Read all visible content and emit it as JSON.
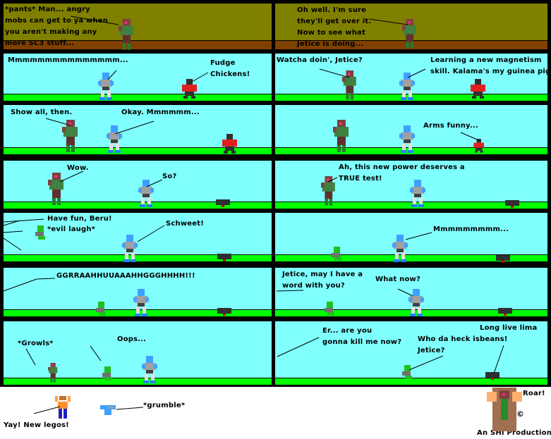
{
  "colors": {
    "sky": "#80ffff",
    "dusk_sky": "#808000",
    "grass": "#00ff00",
    "dirt": "#804000",
    "border": "#000000"
  },
  "panels": [
    {
      "id": "1a",
      "lines": [
        "*pants* Man... angry",
        "mobs can get to ya when",
        "you aren't making any",
        "more SC3 stuff..."
      ]
    },
    {
      "id": "1b",
      "lines": [
        "Oh well. I'm sure",
        "they'll get over it.",
        "Now to see what",
        "Jetice is doing..."
      ]
    },
    {
      "id": "2a",
      "speech": [
        "Mmmmmmmmmmmmmmm...",
        "Fudge",
        "Chickens!"
      ]
    },
    {
      "id": "2b",
      "speech": [
        "Watcha doin', Jetice?",
        "Learning a new magnetism",
        "skill. Kalama's my guinea pig."
      ]
    },
    {
      "id": "3a",
      "speech": [
        "Show all, then.",
        "Okay. Mmmmmm..."
      ]
    },
    {
      "id": "3b",
      "speech": [
        "Arms funny..."
      ]
    },
    {
      "id": "4a",
      "speech": [
        "Wow.",
        "So?"
      ]
    },
    {
      "id": "4b",
      "speech": [
        "Ah, this new power deserves a",
        "TRUE test!"
      ]
    },
    {
      "id": "5a",
      "speech": [
        "Have fun, Beru!",
        "*evil laugh*",
        "Schweet!"
      ]
    },
    {
      "id": "5b",
      "speech": [
        "Mmmmmmmmm..."
      ]
    },
    {
      "id": "6a",
      "speech": [
        "GGRRAAHHUUAAAHHGGGHHHH!!!"
      ]
    },
    {
      "id": "6b",
      "speech": [
        "Jetice, may I have a",
        "word with you?",
        "What now?"
      ]
    },
    {
      "id": "7a",
      "speech": [
        "*Growls*",
        "Oops..."
      ]
    },
    {
      "id": "7b",
      "speech": [
        "Er... are you",
        "gonna kill me now?",
        "Who da heck is",
        "Jetice?",
        "Long live lima",
        "beans!"
      ]
    }
  ],
  "footer": {
    "yay": "Yay! New legos!",
    "grumble": "*grumble*",
    "roar": "Roar!",
    "copyright": "©",
    "credit": "An SHI Production"
  }
}
